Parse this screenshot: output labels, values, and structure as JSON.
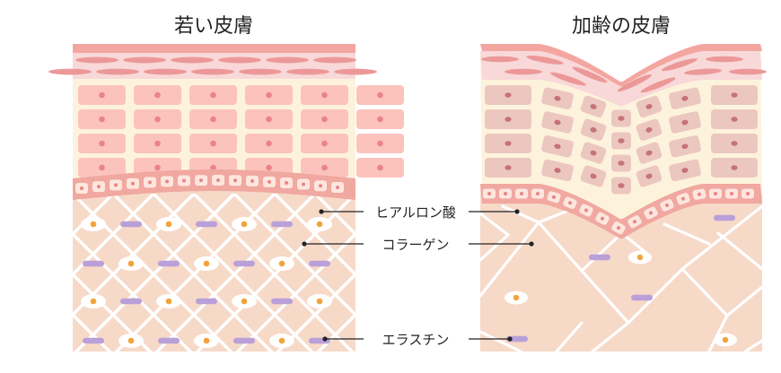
{
  "titles": {
    "young": "若い皮膚",
    "aged": "加齢の皮膚"
  },
  "labels": {
    "hyaluronic": "ヒアルロン酸",
    "collagen": "コラーゲン",
    "elastin": "エラスチン"
  },
  "colors": {
    "stratum_corneum": "#f3a6a0",
    "epidermis_top": "#f8d8d8",
    "flat_cell": "#ec9898",
    "epidermis_bg": "#fdf3dc",
    "young_cell": "#fcc3bd",
    "aged_cell": "#ecc7c0",
    "nucleus": "#e98585",
    "aged_nucleus": "#c47476",
    "basal_band": "#f0a8a0",
    "basal_cell": "#fde6de",
    "dermis": "#f7d9c8",
    "collagen_fiber": "#ffffff",
    "elastin": "#b9a0d8",
    "hyaluronic_dot": "#f2a43a",
    "leader_line": "#222222"
  }
}
